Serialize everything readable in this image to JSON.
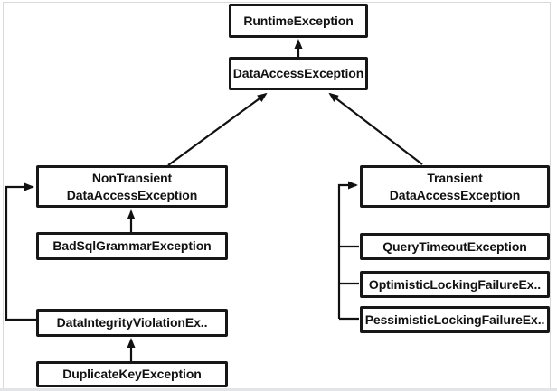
{
  "diagram": {
    "type": "class-hierarchy",
    "colors": {
      "node_border": "#171717",
      "node_background": "#ffffff",
      "text": "#111111",
      "edge": "#111111",
      "frame_border": "#d9d9d9",
      "bottom_bar": "#e2e4e6"
    },
    "nodes": [
      {
        "id": "runtime-exception",
        "label": "RuntimeException"
      },
      {
        "id": "data-access-exception",
        "label": "DataAccessException"
      },
      {
        "id": "non-transient-data-access-exception",
        "label": "NonTransient\nDataAccessException"
      },
      {
        "id": "bad-sql-grammar-exception",
        "label": "BadSqlGrammarException"
      },
      {
        "id": "data-integrity-violation-exception",
        "label": "DataIntegrityViolationEx.."
      },
      {
        "id": "duplicate-key-exception",
        "label": "DuplicateKeyException"
      },
      {
        "id": "transient-data-access-exception",
        "label": "Transient\nDataAccessException"
      },
      {
        "id": "query-timeout-exception",
        "label": "QueryTimeoutException"
      },
      {
        "id": "optimistic-locking-failure-exception",
        "label": "OptimisticLockingFailureEx.."
      },
      {
        "id": "pessimistic-locking-failure-exception",
        "label": "PessimisticLockingFailureEx.."
      }
    ],
    "edges": [
      {
        "from": "DataAccessException",
        "to": "RuntimeException",
        "arrow": true
      },
      {
        "from": "NonTransient DataAccessException",
        "to": "DataAccessException",
        "arrow": true
      },
      {
        "from": "Transient DataAccessException",
        "to": "DataAccessException",
        "arrow": true
      },
      {
        "from": "BadSqlGrammarException",
        "to": "NonTransient DataAccessException",
        "arrow": true
      },
      {
        "from": "DataIntegrityViolationEx..",
        "to": "NonTransient DataAccessException",
        "arrow": true
      },
      {
        "from": "DuplicateKeyException",
        "to": "DataIntegrityViolationEx..",
        "arrow": true
      },
      {
        "from": "QueryTimeoutException",
        "to": "Transient DataAccessException",
        "arrow": true
      },
      {
        "from": "OptimisticLockingFailureEx..",
        "to": "Transient DataAccessException",
        "arrow": true
      },
      {
        "from": "PessimisticLockingFailureEx..",
        "to": "Transient DataAccessException",
        "arrow": true
      }
    ]
  }
}
